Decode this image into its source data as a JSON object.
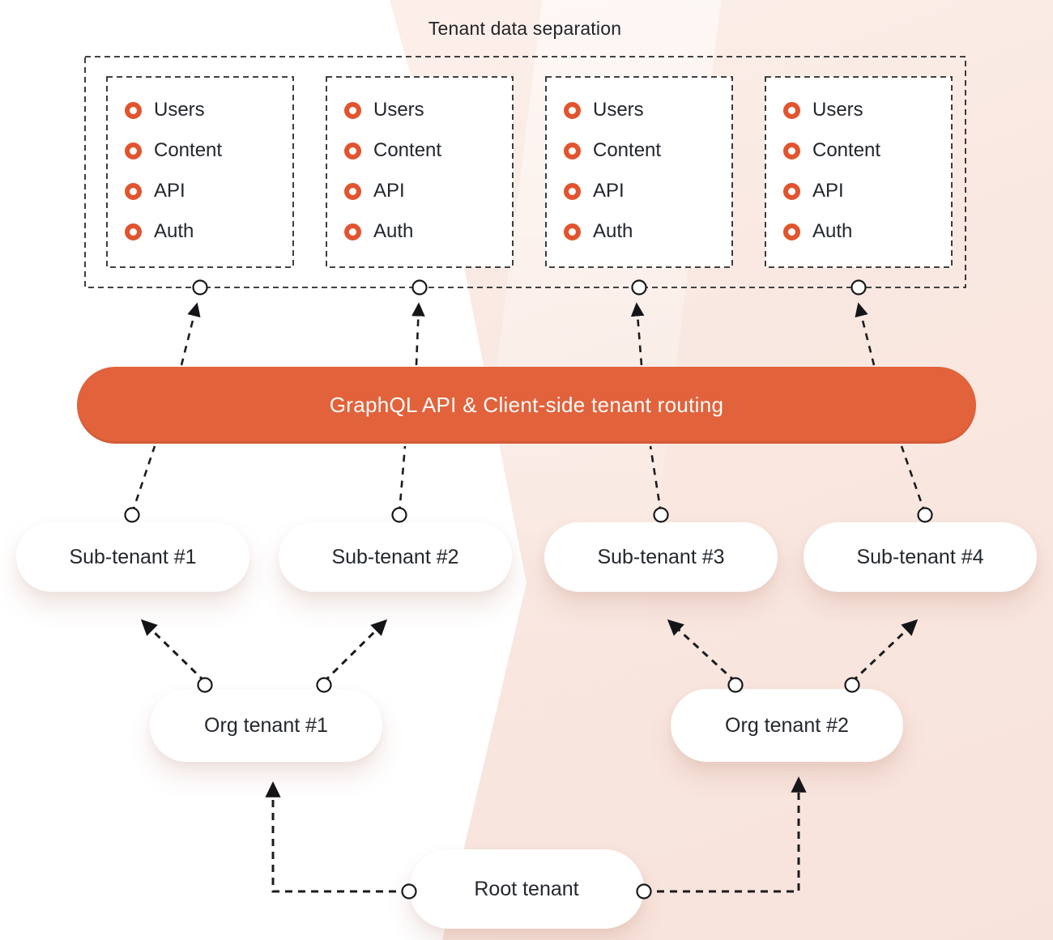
{
  "title": "Tenant data separation",
  "routing_bar": {
    "label": "GraphQL API & Client-side tenant routing"
  },
  "tenant_boxes": [
    {
      "items": [
        "Users",
        "Content",
        "API",
        "Auth"
      ]
    },
    {
      "items": [
        "Users",
        "Content",
        "API",
        "Auth"
      ]
    },
    {
      "items": [
        "Users",
        "Content",
        "API",
        "Auth"
      ]
    },
    {
      "items": [
        "Users",
        "Content",
        "API",
        "Auth"
      ]
    }
  ],
  "sub_tenants": [
    {
      "label": "Sub-tenant #1"
    },
    {
      "label": "Sub-tenant #2"
    },
    {
      "label": "Sub-tenant #3"
    },
    {
      "label": "Sub-tenant #4"
    }
  ],
  "org_tenants": [
    {
      "label": "Org tenant #1"
    },
    {
      "label": "Org tenant #2"
    }
  ],
  "root_tenant": {
    "label": "Root tenant"
  },
  "colors": {
    "accent_orange": "#e2623b",
    "bullet_orange": "#e2542e",
    "line_black": "#1b1c1e",
    "text_dark": "#22272d",
    "background_pink": "#f9e7e0",
    "node_white": "#ffffff"
  }
}
